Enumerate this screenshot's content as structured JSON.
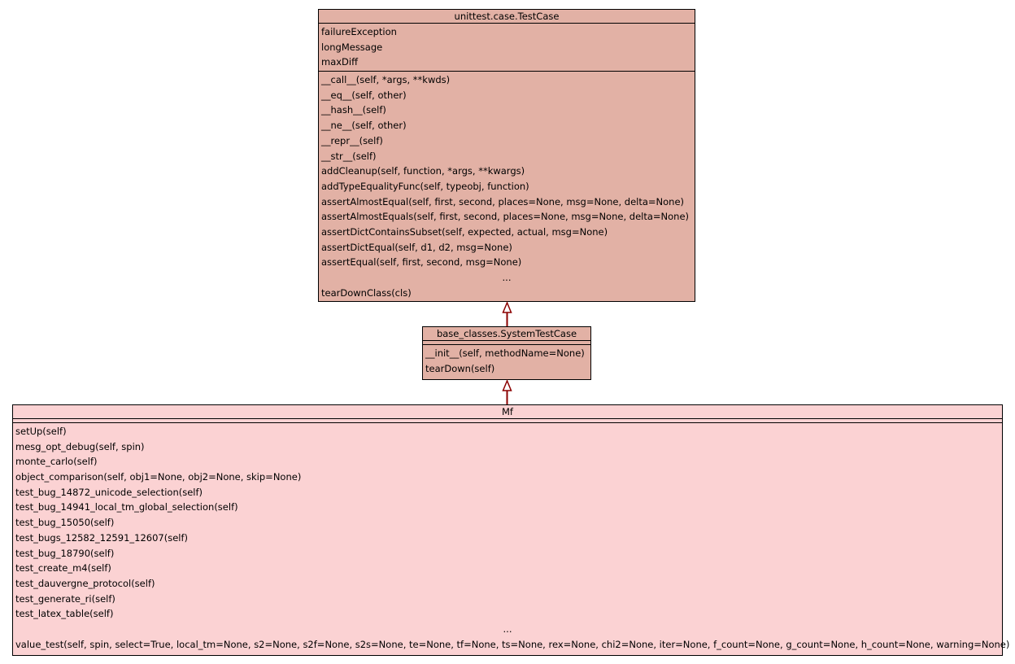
{
  "colors": {
    "base_class_fill": "#e2b1a5",
    "derived_class_fill": "#fbd2d3",
    "border": "#000000",
    "arrow": "#8b0000"
  },
  "classes": [
    {
      "name": "unittest.case.TestCase",
      "attributes": [
        "failureException",
        "longMessage",
        "maxDiff"
      ],
      "methods": [
        "__call__(self, *args, **kwds)",
        "__eq__(self, other)",
        "__hash__(self)",
        "__ne__(self, other)",
        "__repr__(self)",
        "__str__(self)",
        "addCleanup(self, function, *args, **kwargs)",
        "addTypeEqualityFunc(self, typeobj, function)",
        "assertAlmostEqual(self, first, second, places=None, msg=None, delta=None)",
        "assertAlmostEquals(self, first, second, places=None, msg=None, delta=None)",
        "assertDictContainsSubset(self, expected, actual, msg=None)",
        "assertDictEqual(self, d1, d2, msg=None)",
        "assertEqual(self, first, second, msg=None)"
      ],
      "ellipsis": "...",
      "methods_tail": [
        "tearDownClass(cls)"
      ]
    },
    {
      "name": "base_classes.SystemTestCase",
      "attributes": [],
      "methods": [
        "__init__(self, methodName=None)",
        "tearDown(self)"
      ]
    },
    {
      "name": "Mf",
      "attributes": [],
      "methods": [
        "setUp(self)",
        "mesg_opt_debug(self, spin)",
        "monte_carlo(self)",
        "object_comparison(self, obj1=None, obj2=None, skip=None)",
        "test_bug_14872_unicode_selection(self)",
        "test_bug_14941_local_tm_global_selection(self)",
        "test_bug_15050(self)",
        "test_bugs_12582_12591_12607(self)",
        "test_bug_18790(self)",
        "test_create_m4(self)",
        "test_dauvergne_protocol(self)",
        "test_generate_ri(self)",
        "test_latex_table(self)"
      ],
      "ellipsis": "...",
      "methods_tail": [
        "value_test(self, spin, select=True, local_tm=None, s2=None, s2f=None, s2s=None, te=None, tf=None, ts=None, rex=None, chi2=None, iter=None, f_count=None, g_count=None, h_count=None, warning=None)"
      ]
    }
  ],
  "inheritance": [
    {
      "from": "base_classes.SystemTestCase",
      "to": "unittest.case.TestCase"
    },
    {
      "from": "Mf",
      "to": "base_classes.SystemTestCase"
    }
  ]
}
